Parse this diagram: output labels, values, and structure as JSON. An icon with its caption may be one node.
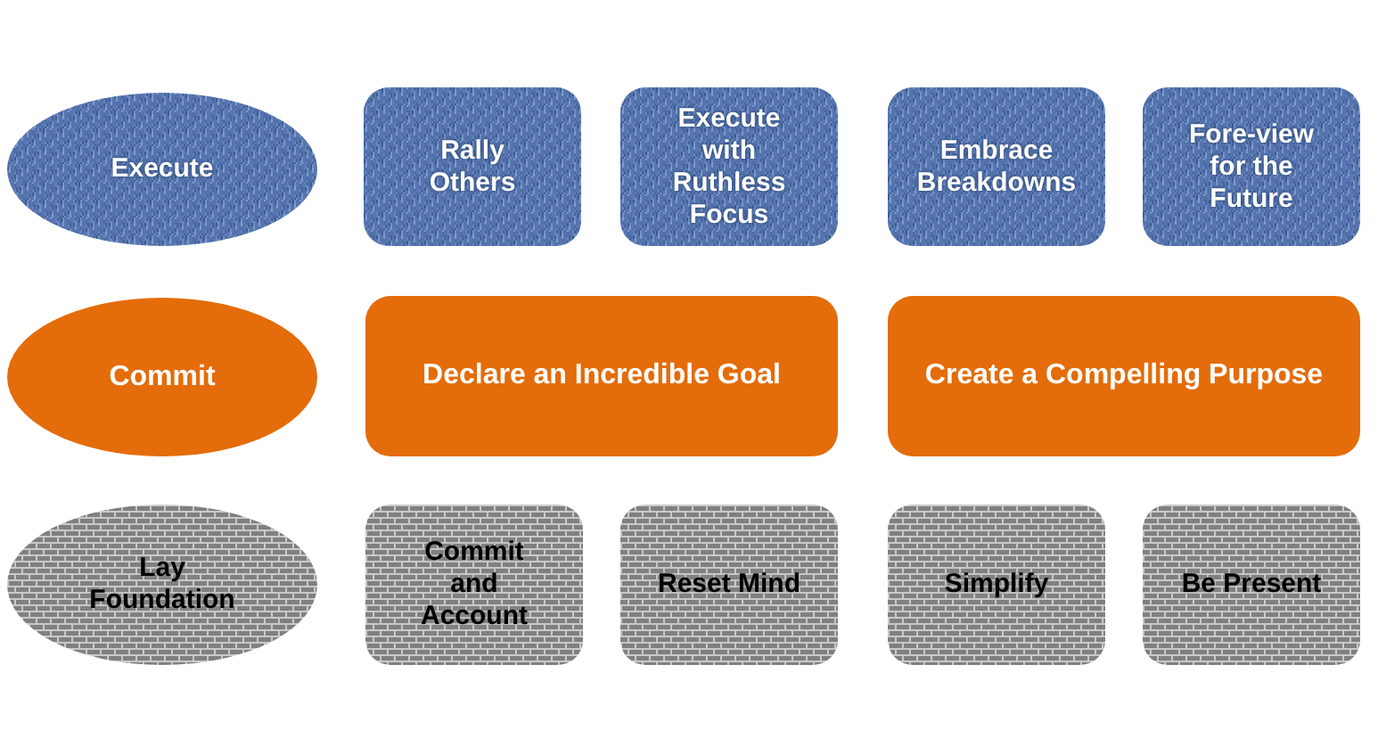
{
  "diagram": {
    "nodes": [
      {
        "text": [
          "Execute"
        ]
      },
      {
        "text": [
          "Rally Others"
        ]
      },
      {
        "text": [
          "Execute with Ruthless Focus"
        ]
      },
      {
        "text": [
          "Embrace Breakdowns"
        ]
      },
      {
        "text": [
          "Fore-view for the Future"
        ]
      },
      {
        "text": [
          "Commit"
        ]
      },
      {
        "text": [
          "Declare an Incredible Goal"
        ]
      },
      {
        "text": [
          "Create a Compelling Purpose"
        ]
      },
      {
        "text": [
          "Lay Foundation"
        ]
      },
      {
        "text": [
          "Commit and Account"
        ]
      },
      {
        "text": [
          "Reset Mind"
        ]
      },
      {
        "text": [
          "Simplify"
        ]
      },
      {
        "text": [
          "Be Present"
        ]
      }
    ]
  }
}
